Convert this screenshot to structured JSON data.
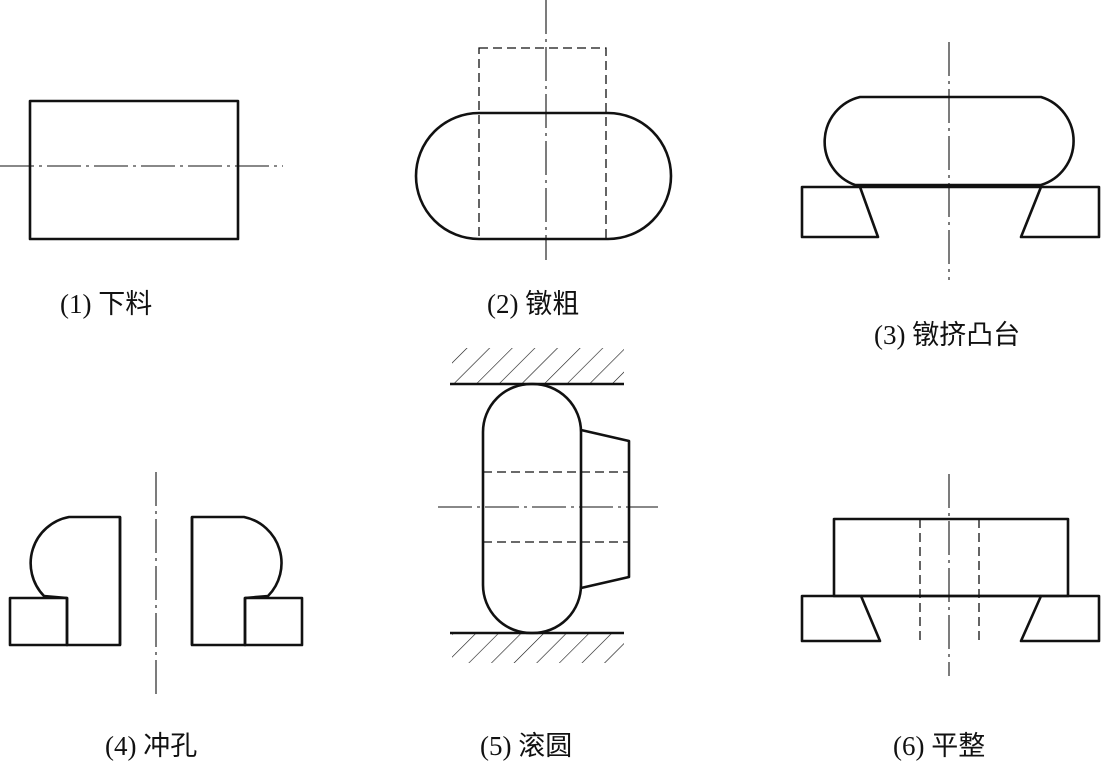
{
  "steps": [
    {
      "label": "(1) 下料"
    },
    {
      "label": "(2) 镦粗"
    },
    {
      "label": "(3) 镦挤凸台"
    },
    {
      "label": "(4) 冲孔"
    },
    {
      "label": "(5) 滚圆"
    },
    {
      "label": "(6) 平整"
    }
  ]
}
